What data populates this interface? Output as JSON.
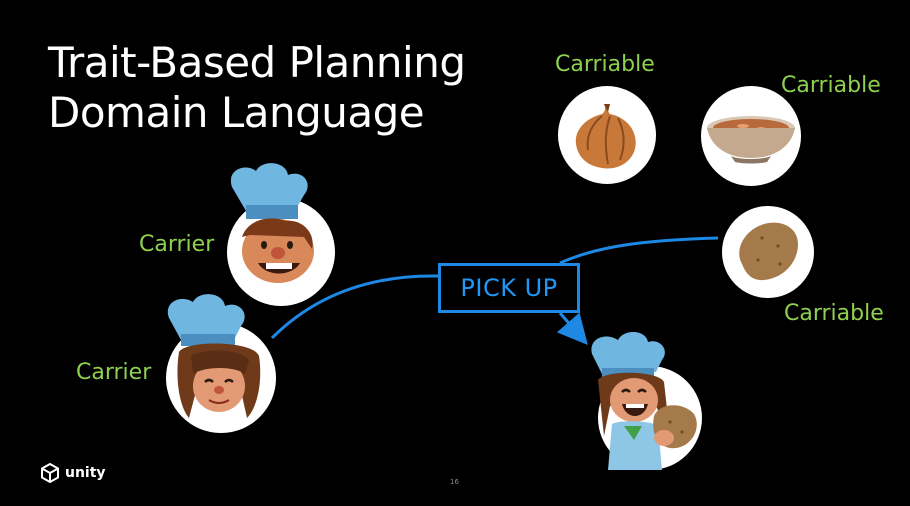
{
  "slide": {
    "title_line1": "Trait-Based Planning",
    "title_line2": "Domain Language",
    "action_label": "PICK UP",
    "page_number": "16"
  },
  "labels": {
    "carriable_onion": "Carriable",
    "carriable_bowl": "Carriable",
    "carriable_potato": "Carriable",
    "carrier_top": "Carrier",
    "carrier_bottom": "Carrier"
  },
  "logo": {
    "text": "unity"
  },
  "colors": {
    "background": "#000000",
    "title": "#ffffff",
    "trait_label": "#8fd14f",
    "action_blue": "#1e88e5"
  },
  "icons": {
    "onion": "onion-icon",
    "bowl": "soup-bowl-icon",
    "potato": "potato-icon",
    "chef_male": "chef-male-icon",
    "chef_female": "chef-female-icon",
    "chef_holding": "chef-holding-potato-icon",
    "unity_logo": "unity-logo-icon"
  }
}
